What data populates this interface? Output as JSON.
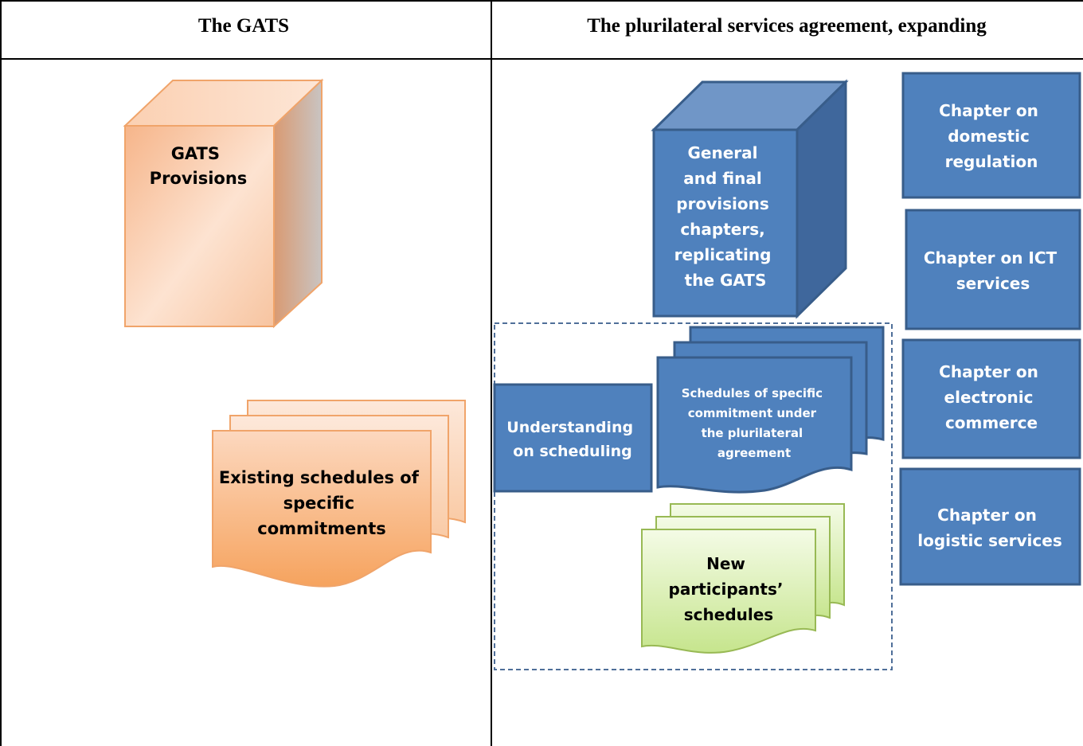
{
  "headers": {
    "left": "The GATS",
    "right": "The plurilateral services agreement, expanding"
  },
  "gats_provisions": {
    "label_lines": [
      "GATS",
      "Provisions"
    ]
  },
  "existing_schedules": {
    "label_lines": [
      "Existing schedules of",
      "specific",
      "commitments"
    ]
  },
  "general_provisions": {
    "label_lines": [
      "General",
      "and final",
      "provisions",
      "chapters,",
      "replicating",
      "the GATS"
    ]
  },
  "understanding": {
    "label_lines": [
      "Understanding",
      "on scheduling"
    ]
  },
  "plurilateral_schedules": {
    "label_lines": [
      "Schedules of specific",
      "commitment under",
      "the plurilateral",
      "agreement"
    ]
  },
  "new_participants": {
    "label_lines": [
      "New",
      "participants’",
      "schedules"
    ]
  },
  "chapters": [
    {
      "id": "domestic-regulation",
      "label_lines": [
        "Chapter on",
        "domestic",
        "regulation"
      ]
    },
    {
      "id": "ict-services",
      "label_lines": [
        "Chapter on ICT",
        "services"
      ]
    },
    {
      "id": "electronic-commerce",
      "label_lines": [
        "Chapter on",
        "electronic",
        "commerce"
      ]
    },
    {
      "id": "logistic-services",
      "label_lines": [
        "Chapter on",
        "logistic services"
      ]
    }
  ],
  "colors": {
    "blue_fill": "#4f81bd",
    "blue_border": "#385d8a",
    "orange_border": "#f0a46a",
    "green_border": "#98b954",
    "dashed_border": "#4f6f99"
  }
}
